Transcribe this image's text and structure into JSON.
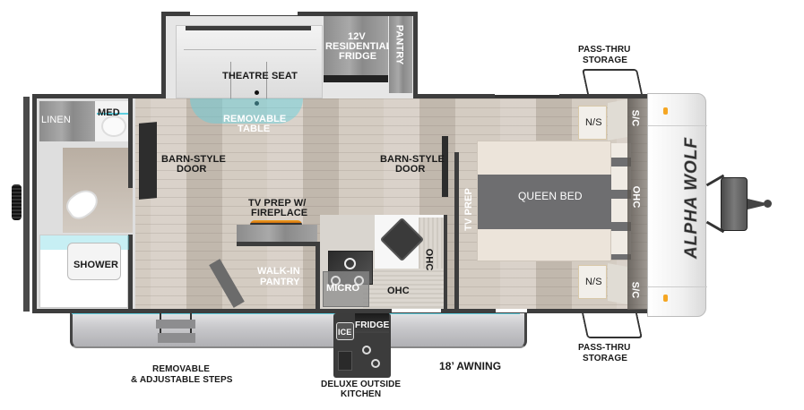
{
  "floorplan": {
    "brand_logo": "ALPHA WOLF",
    "colors": {
      "wall": "#3d3d3d",
      "floor": "#cfc6bb",
      "accent_blue": "#5fd0e0",
      "fireplace_orange": "#f0a020",
      "marker_light": "#f5a623",
      "bed_stripe": "#6e6e70",
      "bed_cream": "#ece4da"
    },
    "slideout": {
      "theatre_seat": "THEATRE SEAT",
      "fridge_line1": "12V",
      "fridge_line2": "RESIDENTIAL",
      "fridge_line3": "FRIDGE",
      "pantry": "PANTRY",
      "table_line1": "REMOVABLE",
      "table_line2": "TABLE"
    },
    "bathroom": {
      "linen": "LINEN",
      "med": "MED",
      "shower": "SHOWER"
    },
    "living": {
      "barn_door_left_line1": "BARN-STYLE",
      "barn_door_left_line2": "DOOR",
      "barn_door_right_line1": "BARN-STYLE",
      "barn_door_right_line2": "DOOR",
      "tv_line1": "TV PREP W/",
      "tv_line2": "FIREPLACE",
      "pantry_line1": "WALK-IN",
      "pantry_line2": "PANTRY"
    },
    "kitchen": {
      "micro": "MICRO",
      "ohc_bottom": "OHC",
      "ohc_side": "OHC"
    },
    "bedroom": {
      "tv_prep": "TV PREP",
      "bed": "QUEEN BED",
      "ns_top": "N/S",
      "ns_bottom": "N/S",
      "sc_top": "S/C",
      "sc_bottom": "S/C",
      "ohc": "OHC"
    },
    "exterior": {
      "pass_thru_top_line1": "PASS-THRU",
      "pass_thru_top_line2": "STORAGE",
      "pass_thru_bottom_line1": "PASS-THRU",
      "pass_thru_bottom_line2": "STORAGE",
      "steps_line1": "REMOVABLE",
      "steps_line2": "& ADJUSTABLE STEPS",
      "outside_kitchen_line1": "DELUXE OUTSIDE",
      "outside_kitchen_line2": "KITCHEN",
      "ice": "ICE",
      "fridge": "FRIDGE",
      "awning": "18’ AWNING"
    }
  }
}
